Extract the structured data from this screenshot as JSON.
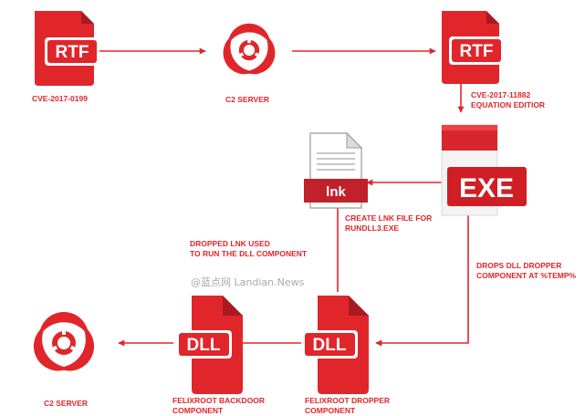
{
  "colors": {
    "accent": "#e0262b",
    "arrow": "#e0262b",
    "badge_text": "#ffffff",
    "exe_badge": "#cf1f25"
  },
  "nodes": {
    "rtf_source": {
      "badge": "RTF",
      "label": "CVE-2017-0199"
    },
    "c2_top": {
      "label": "C2 SERVER",
      "icon": "biohazard-icon"
    },
    "rtf_exploit": {
      "badge": "RTF",
      "label_line1": "CVE-2017-11882",
      "label_line2": "EQUATION EDITIOR"
    },
    "exe": {
      "badge": "EXE"
    },
    "lnk": {
      "badge": "lnk",
      "label_line1": "CREATE LNK FILE FOR",
      "label_line2": "RUNDLL3.EXE"
    },
    "dll_dropper": {
      "badge": "DLL",
      "label_line1": "FELIXROOT DROPPER",
      "label_line2": "COMPONENT"
    },
    "dll_backdoor": {
      "badge": "DLL",
      "label_line1": "FELIXROOT BACKDOOR",
      "label_line2": "COMPONENT"
    },
    "c2_bottom": {
      "label": "C2 SERVER",
      "icon": "biohazard-icon"
    }
  },
  "annotations": {
    "drops_dll": {
      "line1": "DROPS DLL DROPPER",
      "line2": "COMPONENT AT %TEMP%"
    },
    "dropped_lnk": {
      "line1": "DROPPED LNK USED",
      "line2": "TO RUN THE DLL COMPONENT"
    }
  },
  "watermark": {
    "text": "@蓝点网 Landian.News"
  }
}
